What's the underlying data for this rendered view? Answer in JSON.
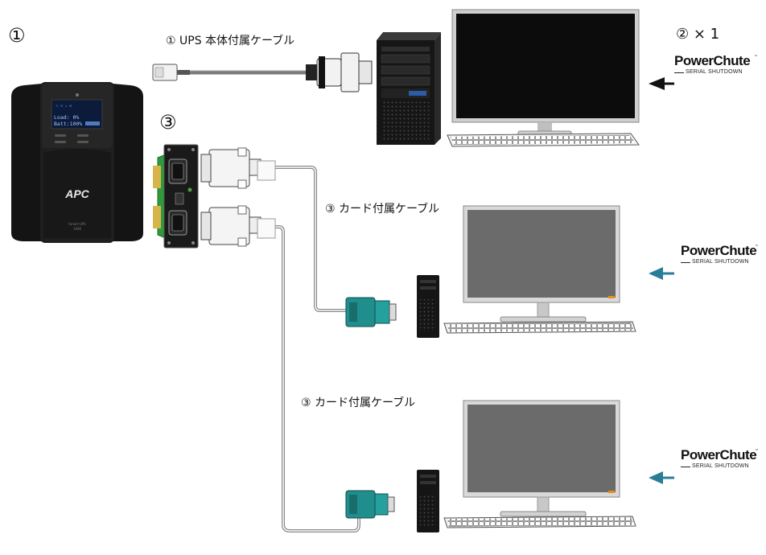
{
  "labels": {
    "ups_marker": "①",
    "card_marker": "③",
    "ups_cable": "① UPS 本体付属ケーブル",
    "software_qty": "② × 1",
    "card_cable_1": "③ カード付属ケーブル",
    "card_cable_2": "③ カード付属ケーブル"
  },
  "ups": {
    "brand": "APC",
    "lcd_line1": "Load:   0%",
    "lcd_line2": "Batt:100%",
    "model_line1": "Smart-UPS",
    "model_line2": "1000"
  },
  "powerchute": [
    {
      "name": "PowerChute",
      "tm": "™",
      "sub": "SERIAL SHUTDOWN"
    },
    {
      "name": "PowerChute",
      "tm": "™",
      "sub": "SERIAL SHUTDOWN"
    },
    {
      "name": "PowerChute",
      "tm": "™",
      "sub": "SERIAL SHUTDOWN"
    }
  ],
  "colors": {
    "ups_body": "#1c1c1c",
    "card_pcb": "#2f9a3c",
    "connector_teal": "#1f8e8c",
    "arrow_dark": "#111111",
    "arrow_teal": "#2b7c97",
    "monitor_gray": "#666666"
  }
}
